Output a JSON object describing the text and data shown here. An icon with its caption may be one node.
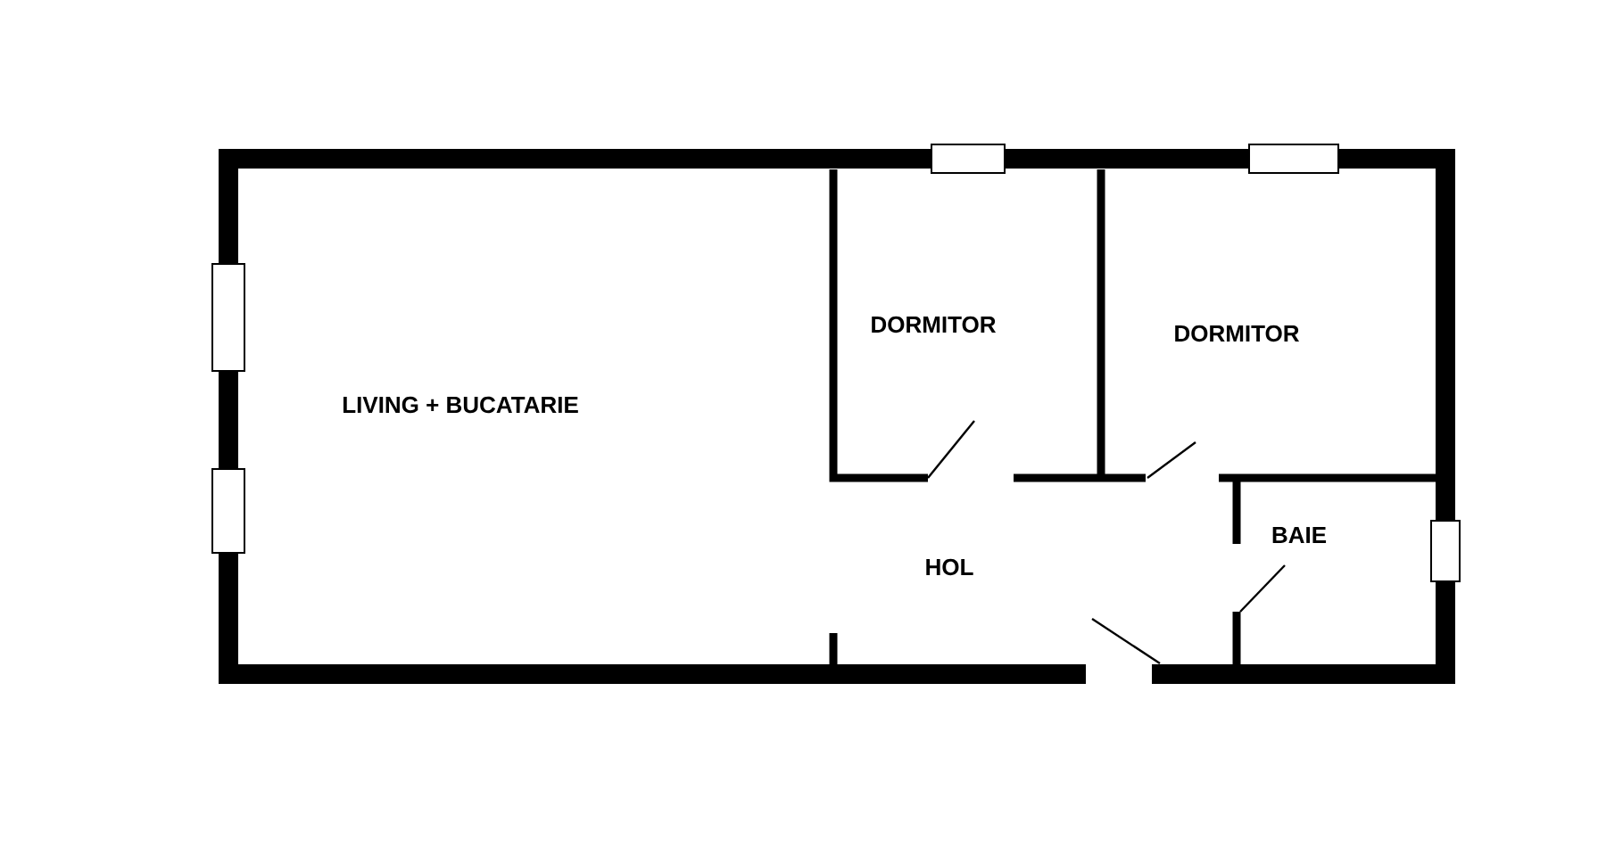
{
  "diagram": {
    "labels": [
      "DORMITOR",
      "DORMITOR",
      "LIVING + BUCATARIE",
      "BAIE",
      "HOL"
    ]
  }
}
